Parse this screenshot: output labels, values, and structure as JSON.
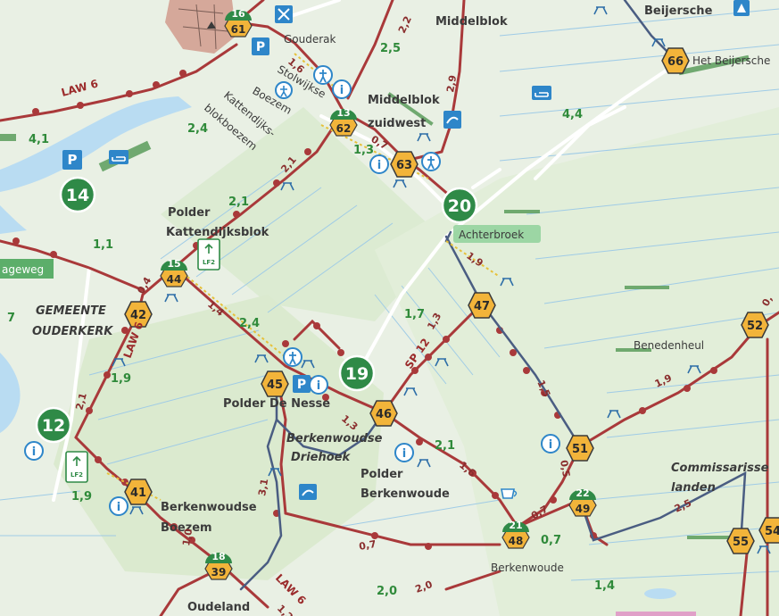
{
  "places": {
    "gouderak": "Gouderak",
    "middelblok": "Middelblok",
    "beijersche": "Beijersche",
    "het_beijersche": "Het Beijersche",
    "stolwijkse_boezem_1": "Stolwijkse",
    "stolwijkse_boezem_2": "Boezem",
    "kattendijks_1": "Kattendijks-",
    "kattendijks_2": "blokboezem",
    "middelblok_zw_1": "Middelblok",
    "middelblok_zw_2": "zuidwest",
    "polder_kattendijksblok_1": "Polder",
    "polder_kattendijksblok_2": "Kattendijksblok",
    "achterbroek": "Achterbroek",
    "gemeente_ouderkerk_1": "GEMEENTE",
    "gemeente_ouderkerk_2": "OUDERKERK",
    "ageweg": "ageweg",
    "benedenheul": "Benedenheul",
    "polder_de_nesse": "Polder De Nesse",
    "berkenwoudse_driehoek_1": "Berkenwoudse",
    "berkenwoudse_driehoek_2": "Driehoek",
    "polder_berkenwoude_1": "Polder",
    "polder_berkenwoude_2": "Berkenwoude",
    "berkenwoudse_boezem_1": "Berkenwoudse",
    "berkenwoudse_boezem_2": "Boezem",
    "berkenwoude": "Berkenwoude",
    "commissarisse_1": "Commissarisse",
    "commissarisse_2": "landen",
    "oudeland": "Oudeland"
  },
  "route_labels": {
    "law6_a": "LAW 6",
    "law6_b": "LAW 6",
    "law6_c": "LAW 6",
    "sp12": "SP 12"
  },
  "distances": {
    "d1": "2,5",
    "d2": "4,1",
    "d3": "2,4",
    "d4": "1,3",
    "d5": "4,4",
    "d6": "2,1",
    "d7": "1,1",
    "d8": "7",
    "d9": "1,9",
    "d10": "2,4",
    "d11": "1,7",
    "d12": "2,1",
    "d13": "1,9",
    "d14": "0,7",
    "d15": "2,0",
    "d16": "1,4"
  },
  "segments": {
    "s1": "2,2",
    "s2": "1,6",
    "s3": "2,9",
    "s4": "0,7",
    "s5": "2,1",
    "s6": "0,4",
    "s7": "1,4",
    "s8": "1,9",
    "s9": "1,3",
    "s10": "1,5",
    "s11": "1,9",
    "s12": "2,1",
    "s13": "1,3",
    "s14": "1,6",
    "s15": "0,5",
    "s16": "3,1",
    "s17": "0,7",
    "s18": "1,0",
    "s19": "2,5",
    "s20": "1,2",
    "s21": "2,0",
    "s22": "0,",
    "s23": "0,7"
  },
  "green_nodes": {
    "n14": "14",
    "n20": "20",
    "n19": "19",
    "n12": "12"
  },
  "double_nodes": {
    "n16_61": [
      "16",
      "61"
    ],
    "n13_62": [
      "13",
      "62"
    ],
    "n15_44": [
      "15",
      "44"
    ],
    "n22_49": [
      "22",
      "49"
    ],
    "n21_48": [
      "21",
      "48"
    ],
    "n18_39": [
      "18",
      "39"
    ]
  },
  "hex_nodes": {
    "h66": "66",
    "h63": "63",
    "h42": "42",
    "h47": "47",
    "h52": "52",
    "h45": "45",
    "h46": "46",
    "h51": "51",
    "h41": "41",
    "h55": "55",
    "h54": "54"
  },
  "icon_letters": {
    "parking": "P",
    "info": "i"
  },
  "colors": {
    "land": "#e9f0e4",
    "meadow": "#dcebd3",
    "water": "#b9dcf2",
    "road_red": "#a9393a",
    "route_blue": "#4a5d82",
    "node_green": "#2f8a47",
    "hex_orange": "#f2b43a",
    "distance_green": "#2f8a3a",
    "icon_blue": "#2e86c9"
  }
}
